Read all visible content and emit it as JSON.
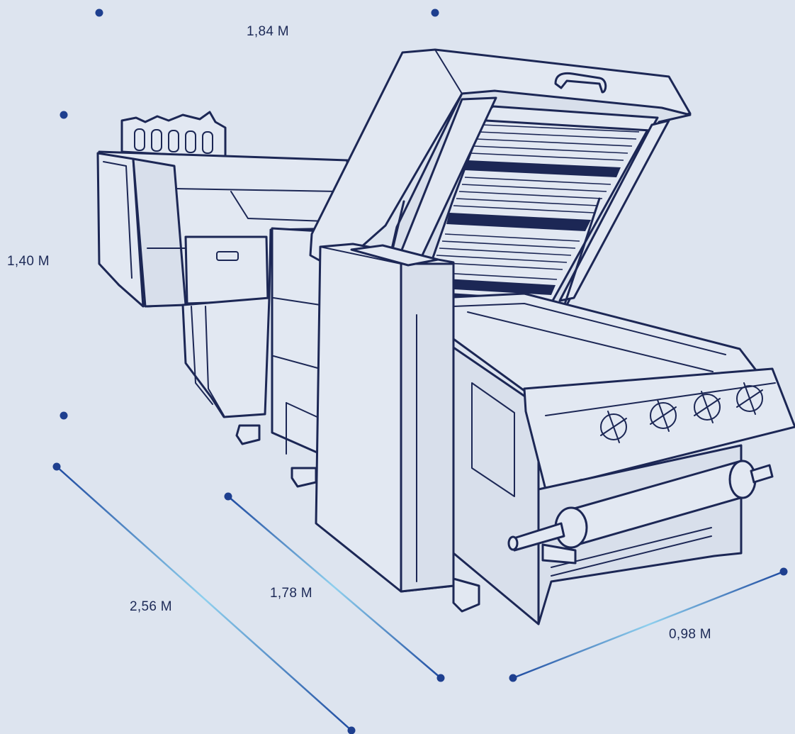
{
  "dimensions": {
    "top_width": "1,84 M",
    "height": "1,40 M",
    "depth_outer": "2,56 M",
    "depth_inner": "1,78 M",
    "front_width": "0,98 M"
  },
  "colors": {
    "background": "#dde4ef",
    "line": "#1c2755",
    "dimension_gradient_start": "#1e4aa0",
    "dimension_gradient_mid": "#8fd0ee"
  }
}
